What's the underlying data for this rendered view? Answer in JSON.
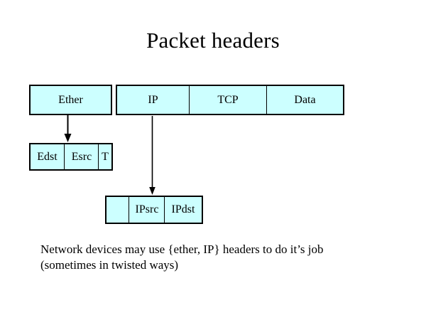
{
  "slide": {
    "title": "Packet headers",
    "background_color": "#ffffff",
    "box_fill_color": "#ccffff",
    "box_border_color": "#000000",
    "text_color": "#000000"
  },
  "packet_rows": [
    {
      "name": "top-level-packet",
      "cells": [
        {
          "label": "Ether"
        },
        {
          "label": "IP"
        },
        {
          "label": "TCP"
        },
        {
          "label": "Data"
        }
      ]
    },
    {
      "name": "ethernet-header-expansion",
      "cells": [
        {
          "label": "Edst"
        },
        {
          "label": "Esrc"
        },
        {
          "label": "T"
        }
      ]
    },
    {
      "name": "ip-header-expansion",
      "cells": [
        {
          "label": ""
        },
        {
          "label": "IPsrc"
        },
        {
          "label": "IPdst"
        }
      ]
    }
  ],
  "arrows": [
    {
      "name": "ether-expand-arrow",
      "from": "Ether",
      "to": "Edst"
    },
    {
      "name": "ip-expand-arrow",
      "from": "IP",
      "to": "IPsrc"
    }
  ],
  "caption": {
    "line1": "Network devices may use {ether, IP} headers to do it’s job",
    "line2": "(sometimes in twisted ways)"
  }
}
